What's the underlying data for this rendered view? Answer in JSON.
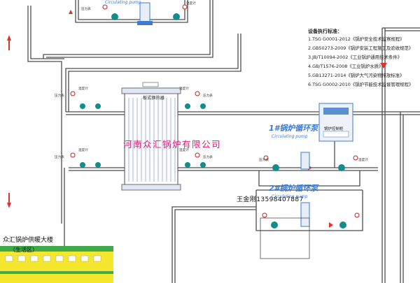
{
  "notes": {
    "title": "设备执行标准：",
    "items": [
      "1.TSG G0001-2012《锅炉安全技术监察规程》",
      "2.GB50273-2009《锅炉安装工程施工及验收规范》",
      "3.JB/T10094-2002《工业锅炉通用技术条件》",
      "4.GB/T1576-2008《工业锅炉水质》",
      "5.GB13271-2014《锅炉大气污染物排放标准》",
      "6.TSG G0002-2010《锅炉节能技术监督管理规程》"
    ]
  },
  "heat_exchanger_label": "板式换热器",
  "pump_top_caption": "Circulating pump",
  "pump1": {
    "title": "1#锅炉循环泵",
    "subtitle": "Circulating pump"
  },
  "pump2": {
    "title": "2#锅炉循环泵",
    "subtitle": "Circulating pump"
  },
  "company": "河南众汇锅炉有限公司",
  "contact": "王金刚13598407887",
  "cabinet_label": "锅炉控制柜",
  "building": {
    "title": "众汇锅炉供暖大楼",
    "subtitle": "（生活区）"
  },
  "gauge_labels": {
    "g1": "压力表",
    "g2": "温度计",
    "g3": "压力表",
    "g4": "温度计",
    "g5": "压力表",
    "g6": "温度计",
    "g7": "压力表",
    "g8": "温度计",
    "g9": "压力表",
    "g10": "温度计",
    "g11": "压力表",
    "g12": "温度计"
  },
  "colors": {
    "pipe": "#4d4d4d",
    "fluid": "#ffffff",
    "valve": "#138c8c",
    "arrow": "#e0322b",
    "accent": "#3a7bd5",
    "magenta": "#e0197d",
    "cabinet": "#5b8fd6",
    "building": "#f5e62e",
    "building_green": "#3faa4a"
  }
}
